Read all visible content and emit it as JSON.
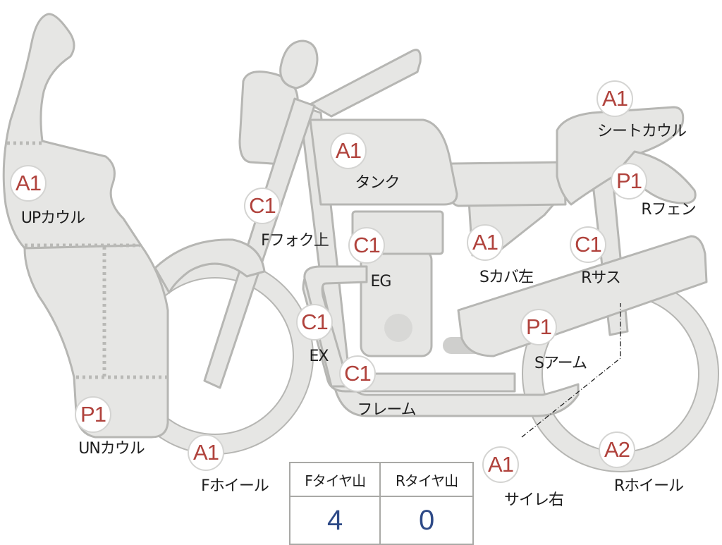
{
  "parts": [
    {
      "id": "up_cowl",
      "name": "UPカウル",
      "grade": "A1"
    },
    {
      "id": "un_cowl",
      "name": "UNカウル",
      "grade": "P1"
    },
    {
      "id": "f_fork_top",
      "name": "Fフォク上",
      "grade": "C1"
    },
    {
      "id": "tank",
      "name": "タンク",
      "grade": "A1"
    },
    {
      "id": "eg",
      "name": "EG",
      "grade": "C1"
    },
    {
      "id": "ex",
      "name": "EX",
      "grade": "C1"
    },
    {
      "id": "frame",
      "name": "フレーム",
      "grade": "C1"
    },
    {
      "id": "s_cover_l",
      "name": "Sカバ左",
      "grade": "A1"
    },
    {
      "id": "seat_cowl",
      "name": "シートカウル",
      "grade": "A1"
    },
    {
      "id": "r_fender",
      "name": "Rフェン",
      "grade": "P1"
    },
    {
      "id": "r_sus",
      "name": "Rサス",
      "grade": "C1"
    },
    {
      "id": "s_arm",
      "name": "Sアーム",
      "grade": "P1"
    },
    {
      "id": "f_wheel",
      "name": "Fホイール",
      "grade": "A1"
    },
    {
      "id": "r_wheel",
      "name": "Rホイール",
      "grade": "A2"
    },
    {
      "id": "silencer_r",
      "name": "サイレ右",
      "grade": "A1"
    }
  ],
  "tire_table": {
    "headers": [
      "Fタイヤ山",
      "Rタイヤ山"
    ],
    "values": [
      "4",
      "0"
    ]
  },
  "colors": {
    "grade_text": "#b0423c",
    "part_fill": "#e6e6e4",
    "part_stroke": "#b6b6b3",
    "tire_value": "#2e4a87"
  }
}
